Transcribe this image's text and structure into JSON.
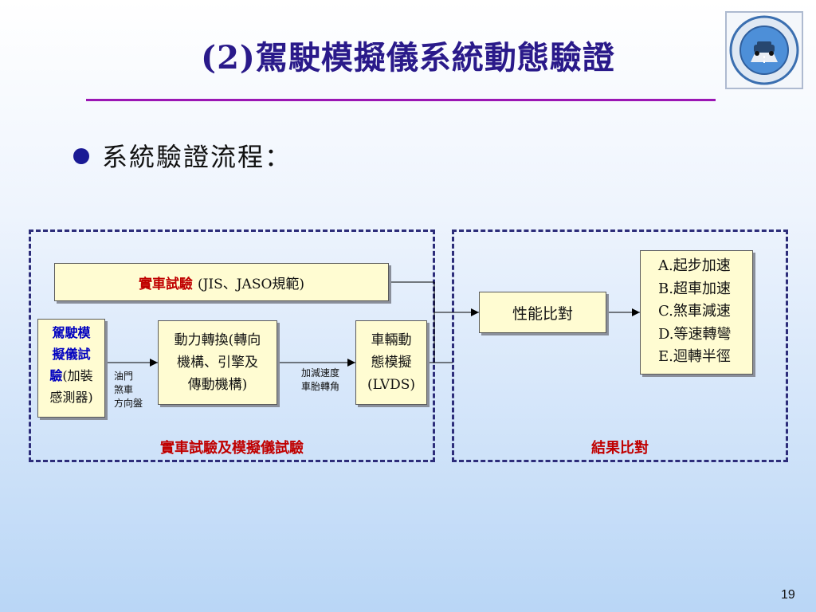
{
  "slide": {
    "title": "(2)駕駛模擬儀系統動態驗證",
    "bullet": "系統驗證流程：",
    "page_number": "19"
  },
  "diagram": {
    "real_test": {
      "highlight": "實車試驗",
      "rest": "(JIS、JASO規範)"
    },
    "driver_sim": {
      "line1": "駕駛模",
      "line2": "擬儀試",
      "line3_highlight": "驗",
      "line3_rest": "(加裝",
      "line4": "感測器)"
    },
    "driver_inputs": [
      "油門",
      "煞車",
      "方向盤"
    ],
    "power_conversion": [
      "動力轉換(轉向",
      "機構、引擎及",
      "傳動機構)"
    ],
    "accel_outputs": [
      "加減速度",
      "車胎轉角"
    ],
    "vehicle_dynamics": [
      "車輛動",
      "態模擬",
      "(LVDS)"
    ],
    "performance_compare": "性能比對",
    "test_items": [
      "A.起步加速",
      "B.超車加速",
      "C.煞車減速",
      "D.等速轉彎",
      "E.迴轉半徑"
    ],
    "left_caption": "實車試驗及模擬儀試驗",
    "right_caption": "結果比對"
  },
  "colors": {
    "title": "#2a1a8a",
    "rule": "#9b16b4",
    "highlight_red": "#c00000",
    "highlight_blue": "#0000c0",
    "box_fill": "#fffcd2",
    "dash_frame": "#2d2d7a"
  },
  "icons": {
    "logo": "logo-seal-icon"
  }
}
